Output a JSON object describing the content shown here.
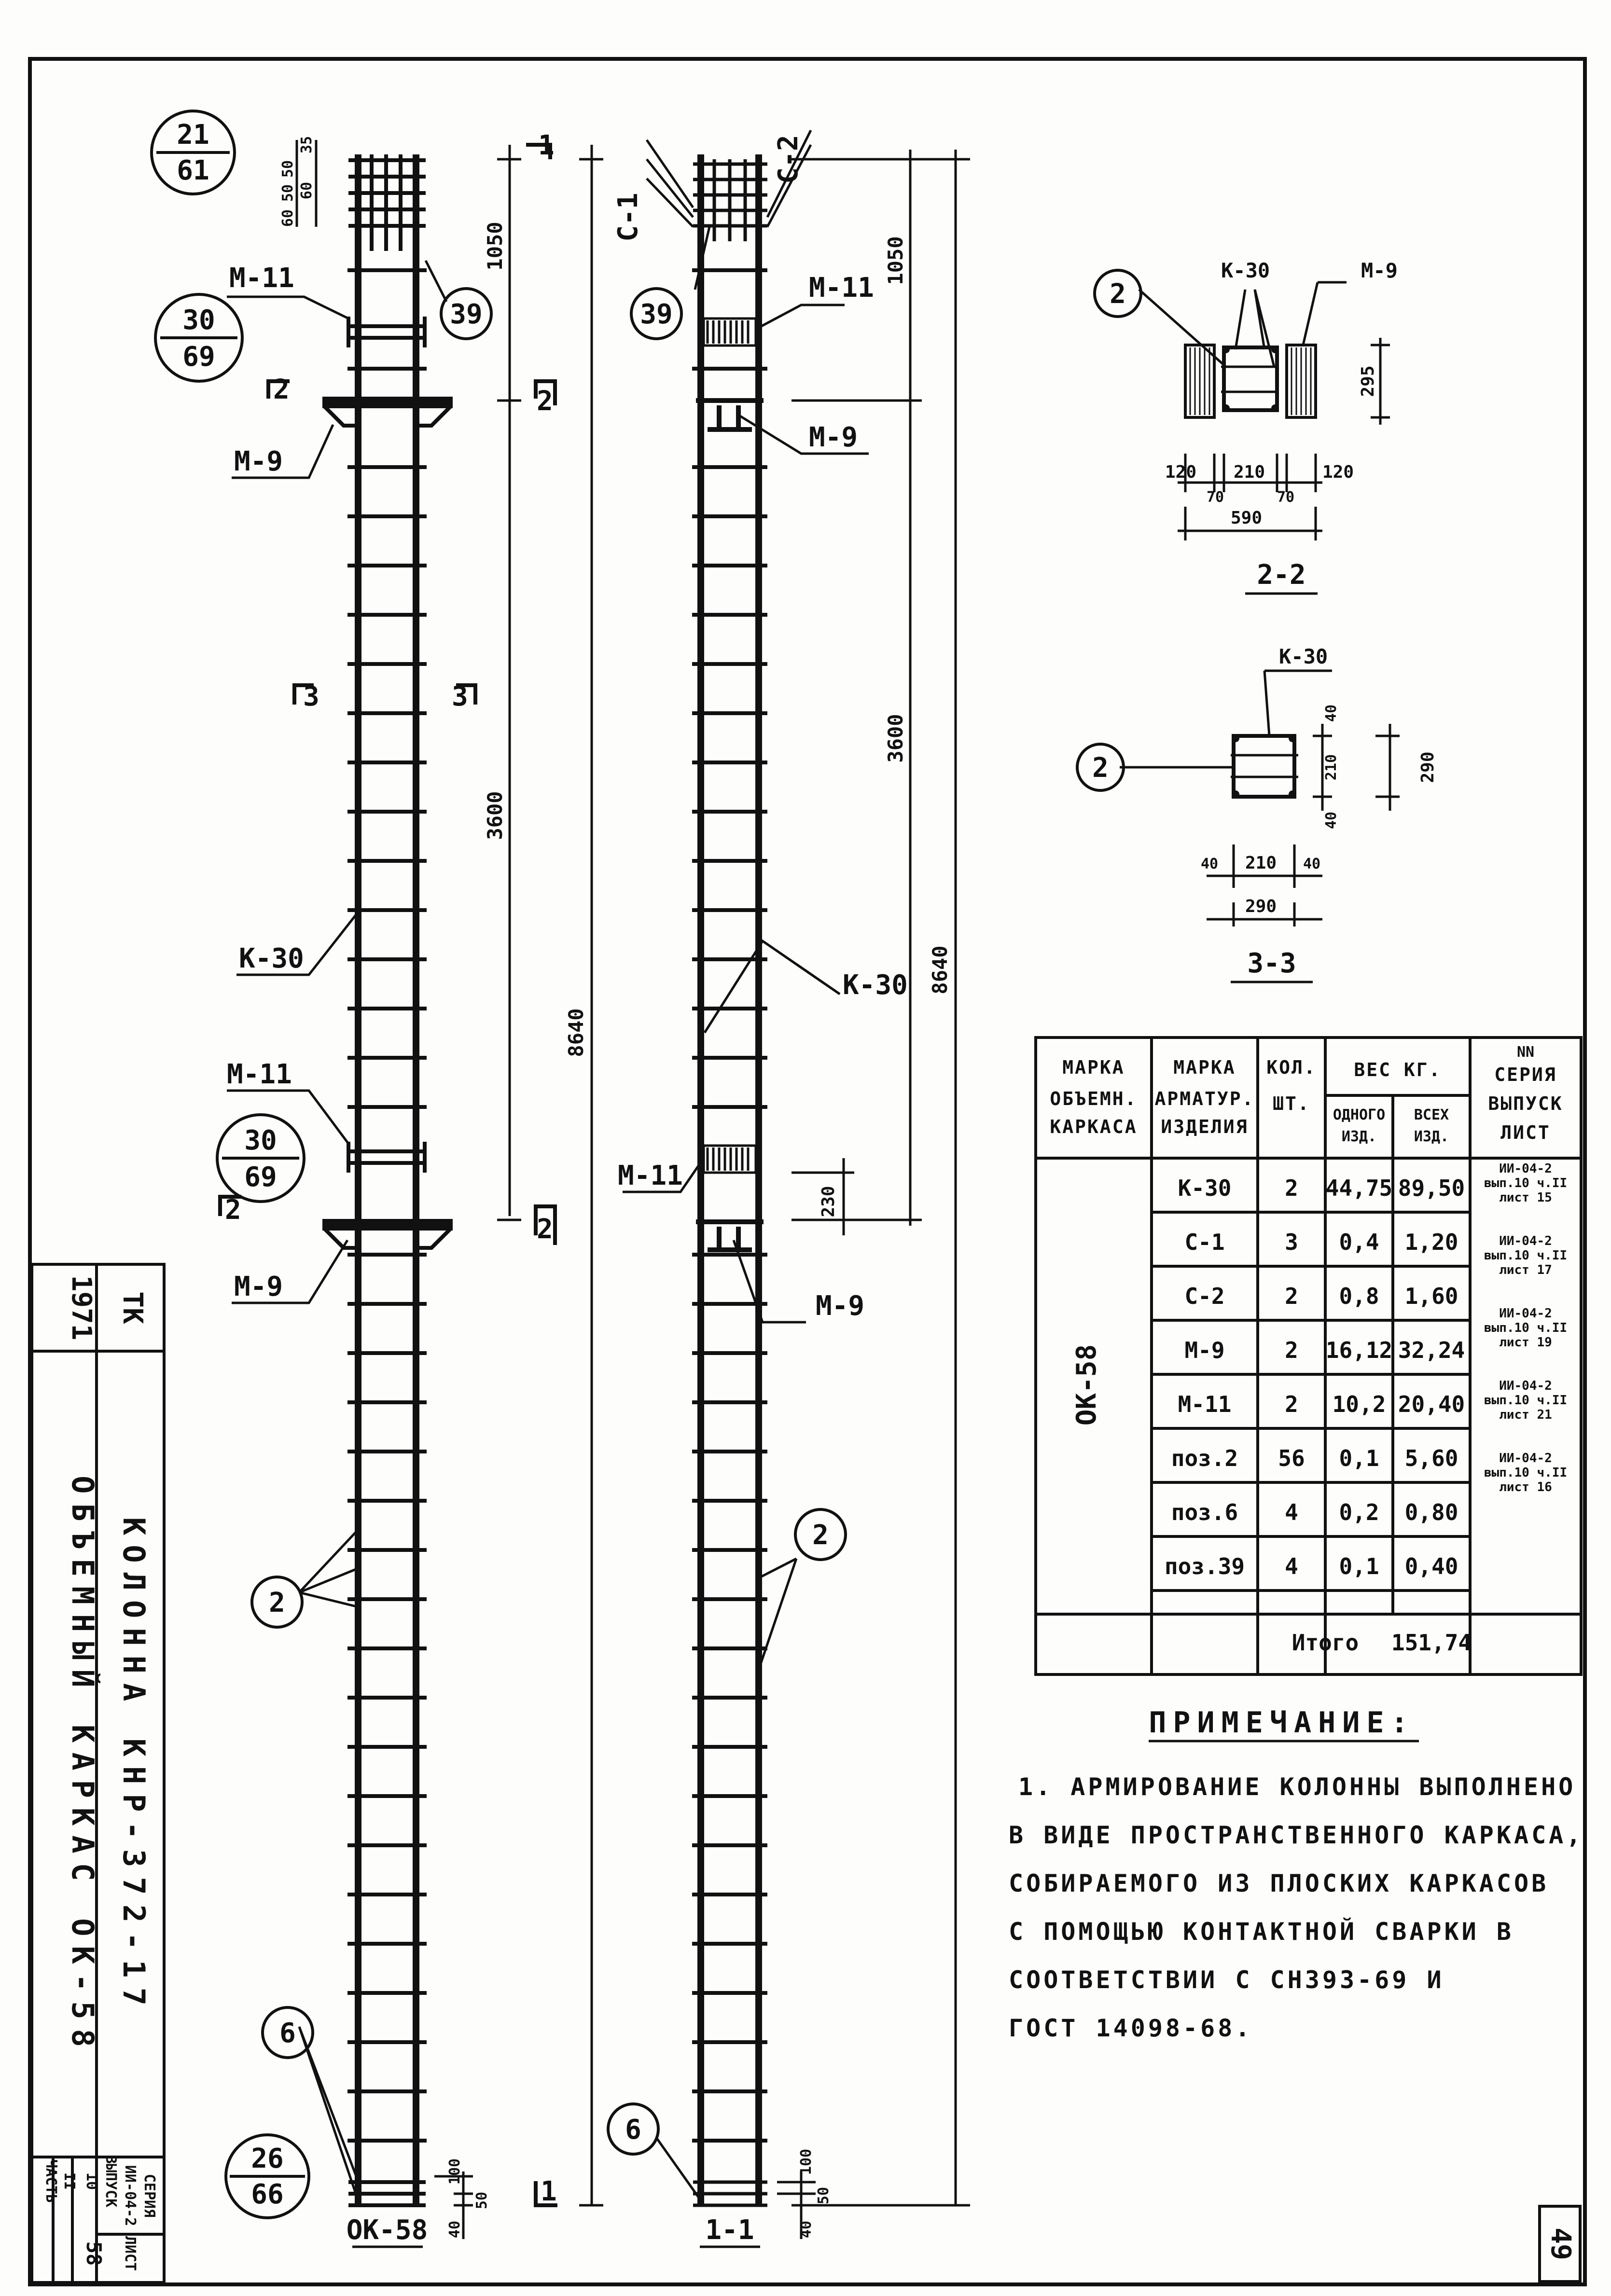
{
  "sheet": {
    "page_number": "49",
    "ref_top": [
      "21",
      "61"
    ],
    "ref_m11_top": [
      "30",
      "69"
    ],
    "ref_m11_mid": [
      "30",
      "69"
    ],
    "ref_bottom": [
      "26",
      "66"
    ]
  },
  "elevation_left": {
    "caption": "ОК-58",
    "labels": {
      "m11_top": "М-11",
      "m9_top": "М-9",
      "k30": "К-30",
      "m11_mid": "М-11",
      "m9_mid": "М-9"
    },
    "callouts": {
      "bars39": "39",
      "pos2": "2",
      "pos6": "6"
    },
    "section_marks": {
      "cut1": "1",
      "cut2": "2",
      "cut3": "3"
    },
    "dims": {
      "top_spacings": [
        "35",
        "50",
        "50",
        "60",
        "60"
      ],
      "d1050": "1050",
      "d3600": "3600",
      "d8640": "8640",
      "d100": "100",
      "d50": "50",
      "d40": "40"
    }
  },
  "elevation_right": {
    "caption": "1-1",
    "labels": {
      "c1": "С-1",
      "c2": "С-2",
      "m11_top": "М-11",
      "m9_top": "М-9",
      "k30": "К-30",
      "m11_mid": "М-11",
      "m9_mid": "М-9"
    },
    "callouts": {
      "bars39": "39",
      "pos2": "2",
      "pos6": "6"
    },
    "dims": {
      "d1050": "1050",
      "d3600": "3600",
      "d8640": "8640",
      "d230": "230",
      "d100": "100",
      "d50": "50",
      "d40": "40"
    }
  },
  "section_22": {
    "caption": "2-2",
    "labels": {
      "k30": "К-30",
      "m9": "М-9",
      "pos2": "2"
    },
    "dims": {
      "d295": "295",
      "d120a": "120",
      "d210": "210",
      "d120b": "120",
      "d70a": "70",
      "d70b": "70",
      "d590": "590"
    }
  },
  "section_33": {
    "caption": "3-3",
    "labels": {
      "k30": "К-30",
      "pos2": "2"
    },
    "dims": {
      "d40t": "40",
      "d210v": "210",
      "d40b": "40",
      "d290v": "290",
      "d40l": "40",
      "d210h": "210",
      "d40r": "40",
      "d290h": "290"
    }
  },
  "spec_table": {
    "headers": {
      "mark_volume": [
        "МАРКА",
        "ОБЪЕМН.",
        "КАРКАСА"
      ],
      "mark_item": [
        "МАРКА",
        "АРМАТУР.",
        "ИЗДЕЛИЯ"
      ],
      "qty": [
        "КОЛ.",
        "ШТ."
      ],
      "weight": "ВЕС КГ.",
      "weight_one": [
        "ОДНОГО",
        "ИЗД."
      ],
      "weight_all": [
        "ВСЕХ",
        "ИЗД."
      ],
      "series": [
        "NN",
        "СЕРИЯ",
        "ВЫПУСК",
        "ЛИСТ"
      ]
    },
    "volume_mark": "ОК-58",
    "rows": [
      {
        "item": "К-30",
        "qty": "2",
        "one": "44,75",
        "all": "89,50"
      },
      {
        "item": "С-1",
        "qty": "3",
        "one": "0,4",
        "all": "1,20"
      },
      {
        "item": "С-2",
        "qty": "2",
        "one": "0,8",
        "all": "1,60"
      },
      {
        "item": "М-9",
        "qty": "2",
        "one": "16,12",
        "all": "32,24"
      },
      {
        "item": "М-11",
        "qty": "2",
        "one": "10,2",
        "all": "20,40"
      },
      {
        "item": "поз.2",
        "qty": "56",
        "one": "0,1",
        "all": "5,60"
      },
      {
        "item": "поз.6",
        "qty": "4",
        "one": "0,2",
        "all": "0,80"
      },
      {
        "item": "поз.39",
        "qty": "4",
        "one": "0,1",
        "all": "0,40"
      }
    ],
    "series_refs": [
      [
        "ИИ-04-2",
        "вып.10 ч.II",
        "лист 15"
      ],
      [
        "ИИ-04-2",
        "вып.10 ч.II",
        "лист 17"
      ],
      [
        "ИИ-04-2",
        "вып.10 ч.II",
        "лист 19"
      ],
      [
        "ИИ-04-2",
        "вып.10 ч.II",
        "лист 21"
      ],
      [
        "ИИ-04-2",
        "вып.10 ч.II",
        "лист 16"
      ]
    ],
    "total_label": "Итого",
    "total_value": "151,74"
  },
  "note": {
    "heading": "ПРИМЕЧАНИЕ:",
    "lines": [
      "1. АРМИРОВАНИЕ КОЛОННЫ ВЫПОЛНЕНО",
      "В ВИДЕ ПРОСТРАНСТВЕННОГО КАРКАСА,",
      "СОБИРАЕМОГО ИЗ ПЛОСКИХ КАРКАСОВ",
      "С ПОМОЩЬЮ КОНТАКТНОЙ СВАРКИ В",
      "СООТВЕТСТВИИ С СН393-69 И",
      "ГОСТ 14098-68."
    ]
  },
  "title_block": {
    "year": "1971",
    "org": "ТК",
    "title_line1": "КОЛОННА КНР-372-17",
    "title_line2": "ОБЪЕМНЫЙ КАРКАС ОК-58",
    "series_label": "СЕРИЯ",
    "series_value": "ИИ-04-2",
    "issue_label": "ВЫПУСК",
    "issue_value": "10",
    "part_label": "ЧАСТЬ",
    "part_value": "II",
    "sheet_label": "ЛИСТ",
    "sheet_value": "58"
  }
}
